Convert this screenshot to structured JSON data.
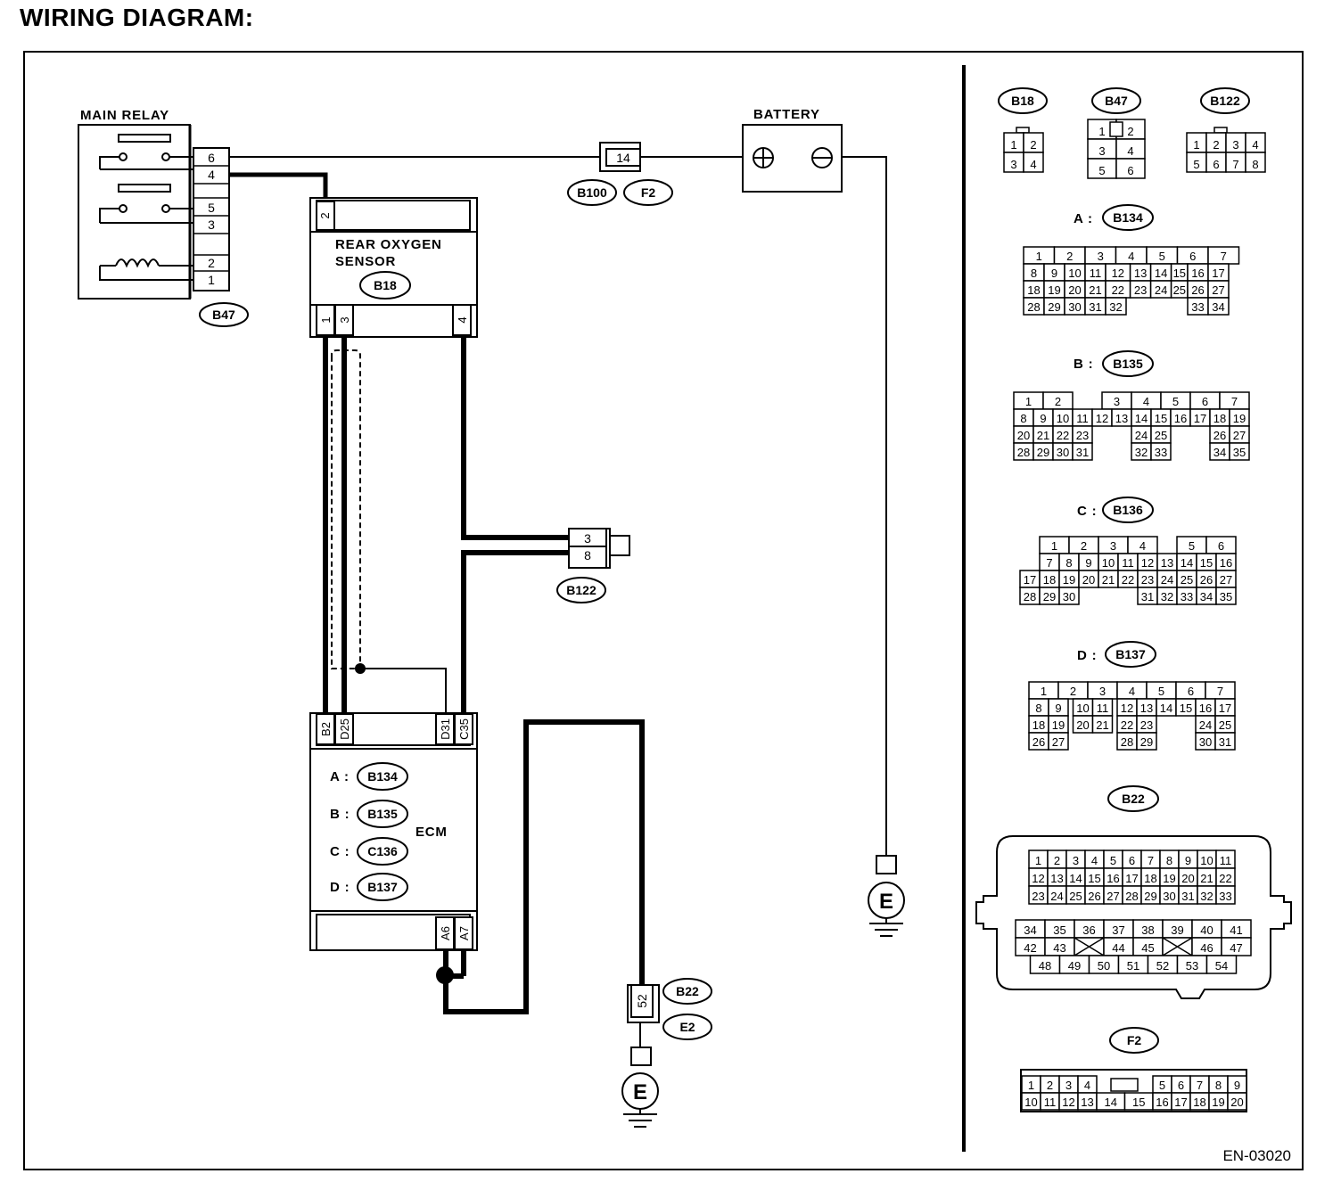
{
  "title": "WIRING DIAGRAM:",
  "figure_code": "EN-03020",
  "main_relay": {
    "label": "MAIN RELAY",
    "connector": "B47",
    "pins": [
      "6",
      "4",
      "5",
      "3",
      "2",
      "1"
    ]
  },
  "battery": {
    "label": "BATTERY",
    "plus": "+",
    "minus": "−"
  },
  "fuse_connector": {
    "pin": "14",
    "connectors": [
      "B100",
      "F2"
    ]
  },
  "rear_oxygen_sensor": {
    "label_line1": "REAR OXYGEN",
    "label_line2": "SENSOR",
    "connector": "B18",
    "top_pin": "2",
    "bottom_pins": [
      "1",
      "3",
      "4"
    ]
  },
  "joint_connector": {
    "connector": "B122",
    "pins": [
      "3",
      "8"
    ]
  },
  "ecm": {
    "label": "ECM",
    "top_pins": [
      "B2",
      "D25",
      "D31",
      "C35"
    ],
    "bottom_pins": [
      "A6",
      "A7"
    ],
    "connectors": [
      {
        "prefix": "A :",
        "id": "B134"
      },
      {
        "prefix": "B :",
        "id": "B135"
      },
      {
        "prefix": "C :",
        "id": "C136"
      },
      {
        "prefix": "D :",
        "id": "B137"
      }
    ]
  },
  "ground_connector": {
    "pin": "52",
    "connectors": [
      "B22",
      "E2"
    ]
  },
  "ground_symbol": "E",
  "connector_views": {
    "b18": {
      "id": "B18",
      "rows": [
        [
          "1",
          "2"
        ],
        [
          "3",
          "4"
        ]
      ]
    },
    "b47": {
      "id": "B47",
      "rows": [
        [
          "1",
          "2"
        ],
        [
          "3",
          "4"
        ],
        [
          "5",
          "6"
        ]
      ]
    },
    "b122": {
      "id": "B122",
      "rows": [
        [
          "1",
          "2",
          "3",
          "4"
        ],
        [
          "5",
          "6",
          "7",
          "8"
        ]
      ]
    },
    "b134": {
      "prefix": "A :",
      "id": "B134",
      "rows": [
        [
          "1",
          "2",
          "3",
          "4",
          "5",
          "6",
          "7"
        ],
        [
          "8",
          "9",
          "10",
          "11",
          "12",
          "13",
          "14",
          "15",
          "16",
          "17"
        ],
        [
          "18",
          "19",
          "20",
          "21",
          "22",
          "23",
          "24",
          "25",
          "26",
          "27"
        ],
        [
          "28",
          "29",
          "30",
          "31",
          "32",
          "33",
          "34"
        ]
      ]
    },
    "b135": {
      "prefix": "B :",
      "id": "B135",
      "rows": [
        [
          "1",
          "2",
          "3",
          "4",
          "5",
          "6",
          "7"
        ],
        [
          "8",
          "9",
          "10",
          "11",
          "12",
          "13",
          "14",
          "15",
          "16",
          "17",
          "18",
          "19"
        ],
        [
          "20",
          "21",
          "22",
          "23",
          "24",
          "25",
          "26",
          "27"
        ],
        [
          "28",
          "29",
          "30",
          "31",
          "32",
          "33",
          "34",
          "35"
        ]
      ]
    },
    "b136": {
      "prefix": "C :",
      "id": "B136",
      "rows": [
        [
          "1",
          "2",
          "3",
          "4",
          "5",
          "6"
        ],
        [
          "7",
          "8",
          "9",
          "10",
          "11",
          "12",
          "13",
          "14",
          "15",
          "16"
        ],
        [
          "17",
          "18",
          "19",
          "20",
          "21",
          "22",
          "23",
          "24",
          "25",
          "26",
          "27"
        ],
        [
          "28",
          "29",
          "30",
          "31",
          "32",
          "33",
          "34",
          "35"
        ]
      ]
    },
    "b137": {
      "prefix": "D :",
      "id": "B137",
      "rows": [
        [
          "1",
          "2",
          "3",
          "4",
          "5",
          "6",
          "7"
        ],
        [
          "8",
          "9",
          "10",
          "11",
          "12",
          "13",
          "14",
          "15",
          "16",
          "17"
        ],
        [
          "18",
          "19",
          "20",
          "21",
          "22",
          "23",
          "24",
          "25"
        ],
        [
          "26",
          "27",
          "28",
          "29",
          "30",
          "31"
        ]
      ]
    },
    "b22": {
      "id": "B22",
      "rows": [
        [
          "1",
          "2",
          "3",
          "4",
          "5",
          "6",
          "7",
          "8",
          "9",
          "10",
          "11"
        ],
        [
          "12",
          "13",
          "14",
          "15",
          "16",
          "17",
          "18",
          "19",
          "20",
          "21",
          "22"
        ],
        [
          "23",
          "24",
          "25",
          "26",
          "27",
          "28",
          "29",
          "30",
          "31",
          "32",
          "33"
        ],
        [
          "34",
          "35",
          "36",
          "37",
          "38",
          "39",
          "40",
          "41"
        ],
        [
          "42",
          "43",
          "44",
          "45",
          "46",
          "47"
        ],
        [
          "48",
          "49",
          "50",
          "51",
          "52",
          "53",
          "54"
        ]
      ]
    },
    "f2": {
      "id": "F2",
      "rows": [
        [
          "1",
          "2",
          "3",
          "4",
          "5",
          "6",
          "7",
          "8",
          "9"
        ],
        [
          "10",
          "11",
          "12",
          "13",
          "14",
          "15",
          "16",
          "17",
          "18",
          "19",
          "20"
        ]
      ]
    }
  }
}
